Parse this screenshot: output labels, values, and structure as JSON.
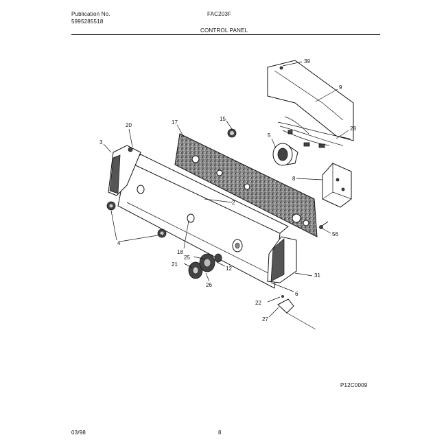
{
  "header": {
    "publication_label": "Publication No.",
    "publication_number": "5995285518",
    "model": "FAC203F",
    "section_title": "CONTROL PANEL"
  },
  "callouts": [
    "39",
    "9",
    "28",
    "15",
    "17",
    "20",
    "3",
    "5",
    "8",
    "2",
    "4",
    "18",
    "56",
    "25",
    "12",
    "21",
    "26",
    "31",
    "6",
    "22",
    "27"
  ],
  "figure_code": "P12C0009",
  "footer": {
    "date": "03/98",
    "page": "8"
  }
}
